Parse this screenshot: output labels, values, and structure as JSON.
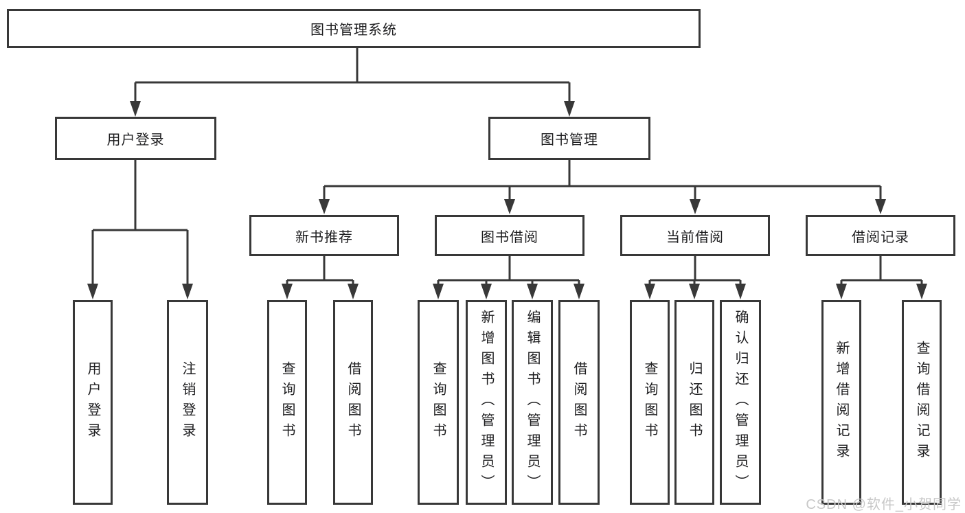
{
  "colors": {
    "line": "#383838",
    "border": "#383838",
    "text": "#1d1d1f",
    "watermark": "#c8c8c8",
    "bg": "#ffffff"
  },
  "tree": {
    "root": {
      "label": "图书管理系统"
    },
    "branches": [
      {
        "label": "用户登录",
        "leaves": [
          {
            "label": "用户登录"
          },
          {
            "label": "注销登录"
          }
        ]
      },
      {
        "label": "图书管理",
        "groups": [
          {
            "label": "新书推荐",
            "leaves": [
              {
                "label": "查询图书"
              },
              {
                "label": "借阅图书"
              }
            ]
          },
          {
            "label": "图书借阅",
            "leaves": [
              {
                "label": "查询图书"
              },
              {
                "label": "新增图书（管理员）"
              },
              {
                "label": "编辑图书（管理员）"
              },
              {
                "label": "借阅图书"
              }
            ]
          },
          {
            "label": "当前借阅",
            "leaves": [
              {
                "label": "查询图书"
              },
              {
                "label": "归还图书"
              },
              {
                "label": "确认归还（管理员）"
              }
            ]
          },
          {
            "label": "借阅记录",
            "leaves": [
              {
                "label": "新增借阅记录"
              },
              {
                "label": "查询借阅记录"
              }
            ]
          }
        ]
      }
    ]
  },
  "watermark": {
    "text": "CSDN @软件_小贺同学"
  }
}
